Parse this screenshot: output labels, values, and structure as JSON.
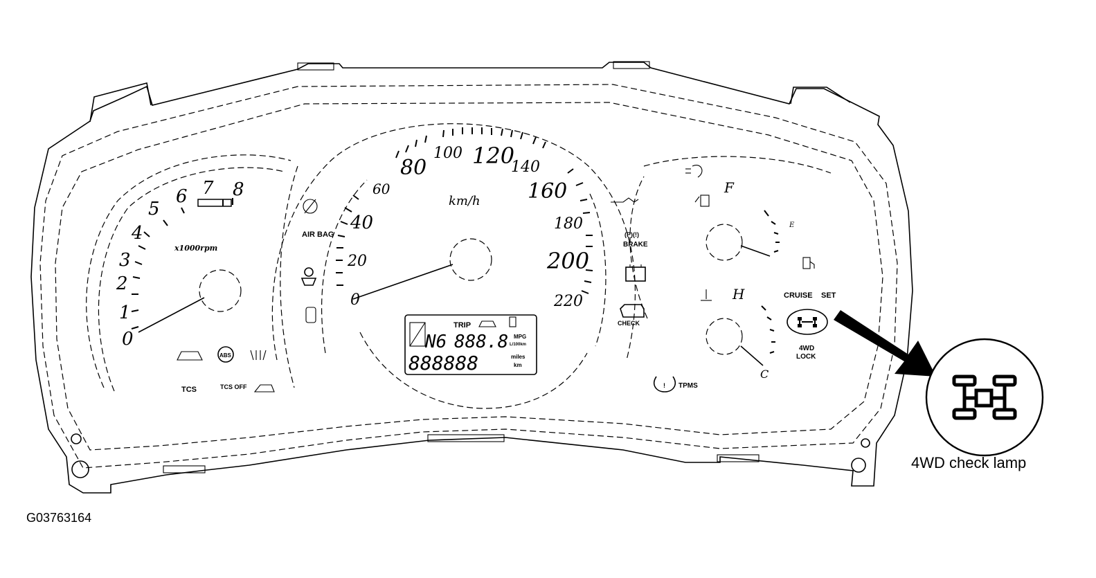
{
  "cluster": {
    "tachometer": {
      "ticks": [
        "0",
        "1",
        "2",
        "3",
        "4",
        "5",
        "6",
        "7",
        "8"
      ],
      "unit": "x1000rpm"
    },
    "speedometer": {
      "ticks": [
        "0",
        "20",
        "40",
        "60",
        "80",
        "100",
        "120",
        "140",
        "160",
        "180",
        "200",
        "220"
      ],
      "unit": "km/h"
    },
    "left_indicators": {
      "airbag": "AIR BAG",
      "tcs": "TCS",
      "tcs_off": "TCS OFF"
    },
    "right_indicators": {
      "brake_line1": "(P)(!)",
      "brake_line2": "BRAKE",
      "check": "CHECK",
      "cruise": "CRUISE",
      "set": "SET",
      "fourwd_line1": "4WD",
      "fourwd_line2": "LOCK",
      "tpms": "TPMS"
    },
    "fuel_gauge": {
      "full": "F",
      "empty": "E"
    },
    "temp_gauge": {
      "hot": "H",
      "cold": "C"
    },
    "lcd": {
      "trip": "TRIP",
      "gear": "N6",
      "row1_digits": "888.8",
      "row2_digits": "888888",
      "unit_mpg": "MPG",
      "unit_l100km": "L/100km",
      "unit_miles": "miles",
      "unit_km": "km"
    }
  },
  "callout": {
    "label": "4WD check lamp"
  },
  "figure_id": "G03763164",
  "icons": [
    "4wd-check-lamp-icon",
    "engine-check-icon",
    "battery-icon",
    "oil-pressure-icon",
    "seatbelt-icon",
    "airbag-icon",
    "door-ajar-icon",
    "fuel-pump-icon",
    "coolant-temp-icon",
    "tpms-icon",
    "abs-icon",
    "high-beam-icon"
  ]
}
